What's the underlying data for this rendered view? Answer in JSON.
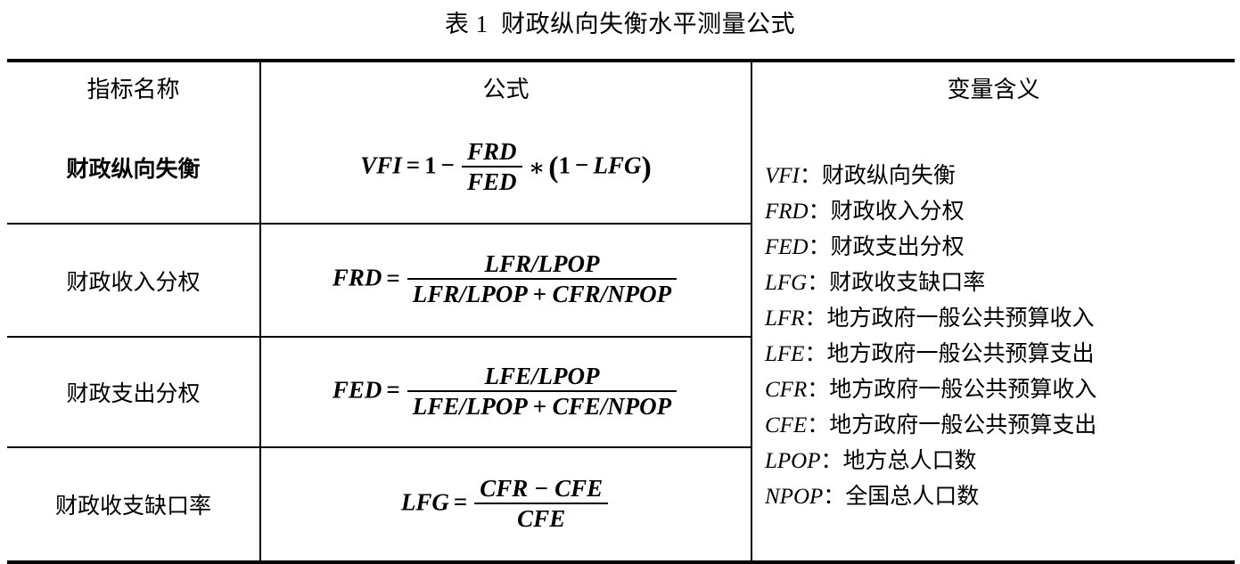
{
  "caption": "表 1  财政纵向失衡水平测量公式",
  "table": {
    "headers": {
      "name": "指标名称",
      "formula": "公式",
      "meaning": "变量含义"
    },
    "rows": [
      {
        "name": "财政纵向失衡",
        "name_bold": true,
        "formula_plain": "VFI = 1 − (FRD / FED) * (1 − LFG)",
        "formula": {
          "lhs": "VFI",
          "eq": "=",
          "one": "1",
          "minus": "−",
          "frac_num": "FRD",
          "frac_den": "FED",
          "times": "∗",
          "open": "(",
          "one2": "1",
          "minus2": "−",
          "term": "LFG",
          "close": ")"
        }
      },
      {
        "name": "财政收入分权",
        "name_bold": false,
        "formula_plain": "FRD = (LFR/LPOP) / (LFR/LPOP + CFR/NPOP)",
        "formula": {
          "lhs": "FRD",
          "eq": "=",
          "frac_num": "LFR/LPOP",
          "frac_den": "LFR/LPOP + CFR/NPOP"
        }
      },
      {
        "name": "财政支出分权",
        "name_bold": false,
        "formula_plain": "FED = (LFE/LPOP) / (LFE/LPOP + CFE/NPOP)",
        "formula": {
          "lhs": "FED",
          "eq": "=",
          "frac_num": "LFE/LPOP",
          "frac_den": "LFE/LPOP + CFE/NPOP"
        }
      },
      {
        "name": "财政收支缺口率",
        "name_bold": false,
        "formula_plain": "LFG = (CFR − CFE) / CFE",
        "formula": {
          "lhs": "LFG",
          "eq": "=",
          "frac_num": "CFR − CFE",
          "frac_den": "CFE"
        }
      }
    ],
    "meanings": [
      {
        "symbol": "VFI",
        "sep": "：",
        "desc": "财政纵向失衡"
      },
      {
        "symbol": "FRD",
        "sep": "：",
        "desc": "财政收入分权"
      },
      {
        "symbol": "FED",
        "sep": "：",
        "desc": "财政支出分权"
      },
      {
        "symbol": "LFG",
        "sep": "：",
        "desc": "财政收支缺口率"
      },
      {
        "symbol": "LFR",
        "sep": "：",
        "desc": "地方政府一般公共预算收入"
      },
      {
        "symbol": "LFE",
        "sep": "：",
        "desc": "地方政府一般公共预算支出"
      },
      {
        "symbol": "CFR",
        "sep": "：",
        "desc": "地方政府一般公共预算收入"
      },
      {
        "symbol": "CFE",
        "sep": "：",
        "desc": "地方政府一般公共预算支出"
      },
      {
        "symbol": "LPOP",
        "sep": "：",
        "desc": "地方总人口数"
      },
      {
        "symbol": "NPOP",
        "sep": "：",
        "desc": "全国总人口数"
      }
    ]
  },
  "colors": {
    "text": "#000000",
    "background": "#ffffff",
    "rule": "#000000"
  }
}
